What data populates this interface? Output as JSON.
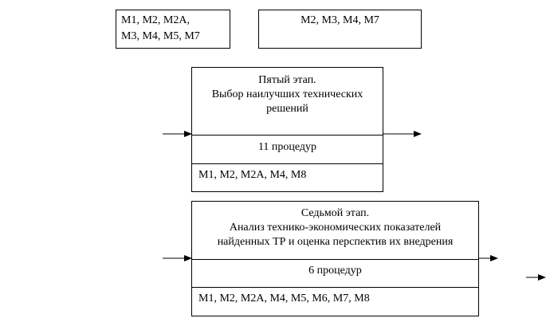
{
  "top_left_box": {
    "line1": "M1, M2, M2A,",
    "line2": "M3, M4, M5, M7"
  },
  "top_right_box": {
    "text": "M2, M3, M4, M7"
  },
  "stage5": {
    "title": "Пятый этап.",
    "subtitle_line1": "Выбор наилучших технических",
    "subtitle_line2": "решений",
    "procedures": "11 процедур",
    "methods": "M1, M2, M2A, M4, M8"
  },
  "stage7": {
    "title": "Седьмой этап.",
    "subtitle_line1": "Анализ технико-экономических показателей",
    "subtitle_line2": "найденных ТР и оценка перспектив их внедрения",
    "procedures": "6 процедур",
    "methods": "M1, M2, M2A, M4, M5, M6, M7, M8"
  }
}
